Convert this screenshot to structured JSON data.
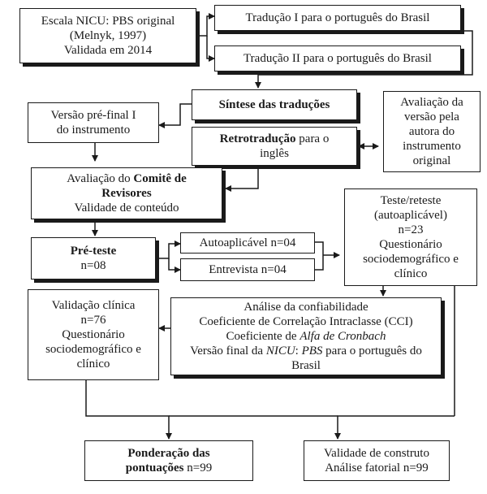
{
  "boxes": {
    "scale": {
      "l1a": "Escala ",
      "l1b": "NICU",
      "l1c": ": ",
      "l1d": "PBS",
      "l1e": " original",
      "l2": "(Melnyk, 1997)",
      "l3": "Validada em 2014"
    },
    "trad1": "Tradução I para o português do Brasil",
    "trad2": "Tradução II para o português do Brasil",
    "sintese": "Síntese das traduções",
    "retro": {
      "bold": "Retrotradução",
      "rest": " para o",
      "l2": "inglês"
    },
    "prefinal": {
      "l1": "Versão pré-final I",
      "l2": "do instrumento"
    },
    "autora": {
      "l1": "Avaliação da",
      "l2": "versão pela",
      "l3": "autora do",
      "l4": "instrumento",
      "l5": "original"
    },
    "comite": {
      "l1a": "Avaliação do ",
      "l1b": "Comitê de",
      "l2": "Revisores",
      "l3": "Validade de conteúdo"
    },
    "teste": {
      "l1": "Teste/reteste",
      "l2": "(autoaplicável)",
      "l3": "n=23",
      "l4": "Questionário",
      "l5": "sociodemográfico e",
      "l6": "clínico"
    },
    "preteste": {
      "l1": "Pré-teste",
      "l2": "n=08"
    },
    "auto": "Autoaplicável n=04",
    "entrevista": "Entrevista n=04",
    "clinica": {
      "l1": "Validação clínica",
      "l2": "n=76",
      "l3": "Questionário",
      "l4": "sociodemográfico e",
      "l5": "clínico"
    },
    "analise": {
      "l1": "Análise da confiabilidade",
      "l2a": "Coeficiente de Correlação Intraclasse (",
      "l2b": "CCI",
      "l2c": ")",
      "l3a": "Coeficiente de ",
      "l3b": "Alfa de Cronbach",
      "l4a": "Versão final da ",
      "l4b": "NICU",
      "l4c": ": ",
      "l4d": "PBS",
      "l4e": " para o português do",
      "l5": "Brasil"
    },
    "ponderacao": {
      "l1": "Ponderação das",
      "l2a": "pontuações",
      "l2b": " n=99"
    },
    "construto": {
      "l1": "Validade de construto",
      "l2": "Análise fatorial n=99"
    }
  }
}
